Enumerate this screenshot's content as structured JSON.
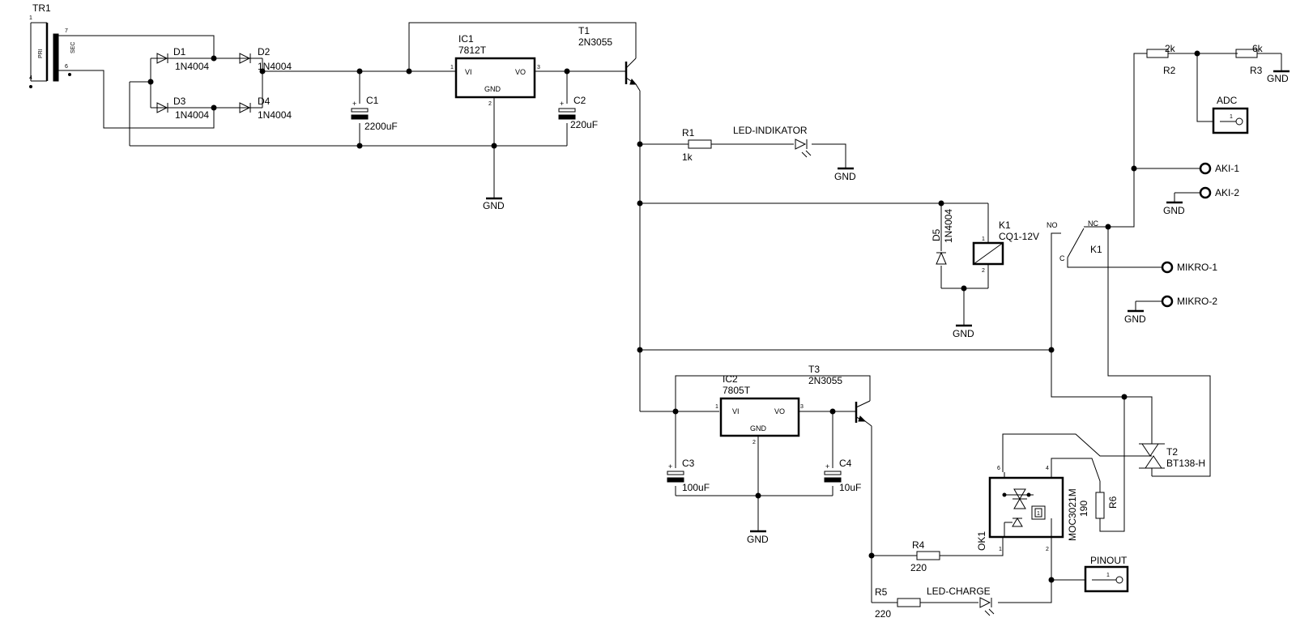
{
  "components": {
    "tr1": {
      "ref": "TR1",
      "pri": "PRI",
      "sec": "SEC",
      "pin1": "1",
      "pin4": "4",
      "pin7": "7",
      "pin6": "6"
    },
    "d1": {
      "ref": "D1",
      "value": "1N4004"
    },
    "d2": {
      "ref": "D2",
      "value": "1N4004"
    },
    "d3": {
      "ref": "D3",
      "value": "1N4004"
    },
    "d4": {
      "ref": "D4",
      "value": "1N4004"
    },
    "c1": {
      "ref": "C1",
      "value": "2200uF"
    },
    "c2": {
      "ref": "C2",
      "value": "220uF"
    },
    "c3": {
      "ref": "C3",
      "value": "100uF"
    },
    "c4": {
      "ref": "C4",
      "value": "10uF"
    },
    "ic1": {
      "ref": "IC1",
      "value": "7812T",
      "vi": "VI",
      "vo": "VO",
      "gnd": "GND",
      "p1": "1",
      "p2": "2",
      "p3": "3"
    },
    "ic2": {
      "ref": "IC2",
      "value": "7805T",
      "vi": "VI",
      "vo": "VO",
      "gnd": "GND",
      "p1": "1",
      "p2": "2",
      "p3": "3"
    },
    "t1": {
      "ref": "T1",
      "value": "2N3055"
    },
    "t3": {
      "ref": "T3",
      "value": "2N3055"
    },
    "r1": {
      "ref": "R1",
      "value": "1k"
    },
    "r2": {
      "ref": "R2",
      "value": "2k"
    },
    "r3": {
      "ref": "R3",
      "value": "6k"
    },
    "r4": {
      "ref": "R4",
      "value": "220"
    },
    "r5": {
      "ref": "R5",
      "value": "220"
    },
    "r6": {
      "ref": "R6",
      "value": "190"
    },
    "led_ind": {
      "label": "LED-INDIKATOR"
    },
    "led_chg": {
      "label": "LED-CHARGE"
    },
    "d5": {
      "ref": "D5",
      "value": "1N4004"
    },
    "k1": {
      "ref": "K1",
      "value": "CQ1-12V",
      "p1": "1",
      "p2": "2"
    },
    "k1sw": {
      "ref": "K1",
      "no": "NO",
      "nc": "NC",
      "c": "C"
    },
    "t2": {
      "ref": "T2",
      "value": "BT138-H"
    },
    "ok1": {
      "ref": "OK1",
      "value": "MOC3021M",
      "p1": "1",
      "p2": "2",
      "p4": "4",
      "p6": "6",
      "box": "1"
    }
  },
  "connectors": {
    "adc": {
      "label": "ADC",
      "pin": "1"
    },
    "pinout": {
      "label": "PINOUT",
      "pin": "1"
    },
    "aki1": {
      "label": "AKI-1"
    },
    "aki2": {
      "label": "AKI-2"
    },
    "mikro1": {
      "label": "MIKRO-1"
    },
    "mikro2": {
      "label": "MIKRO-2"
    }
  },
  "gnd_label": "GND"
}
